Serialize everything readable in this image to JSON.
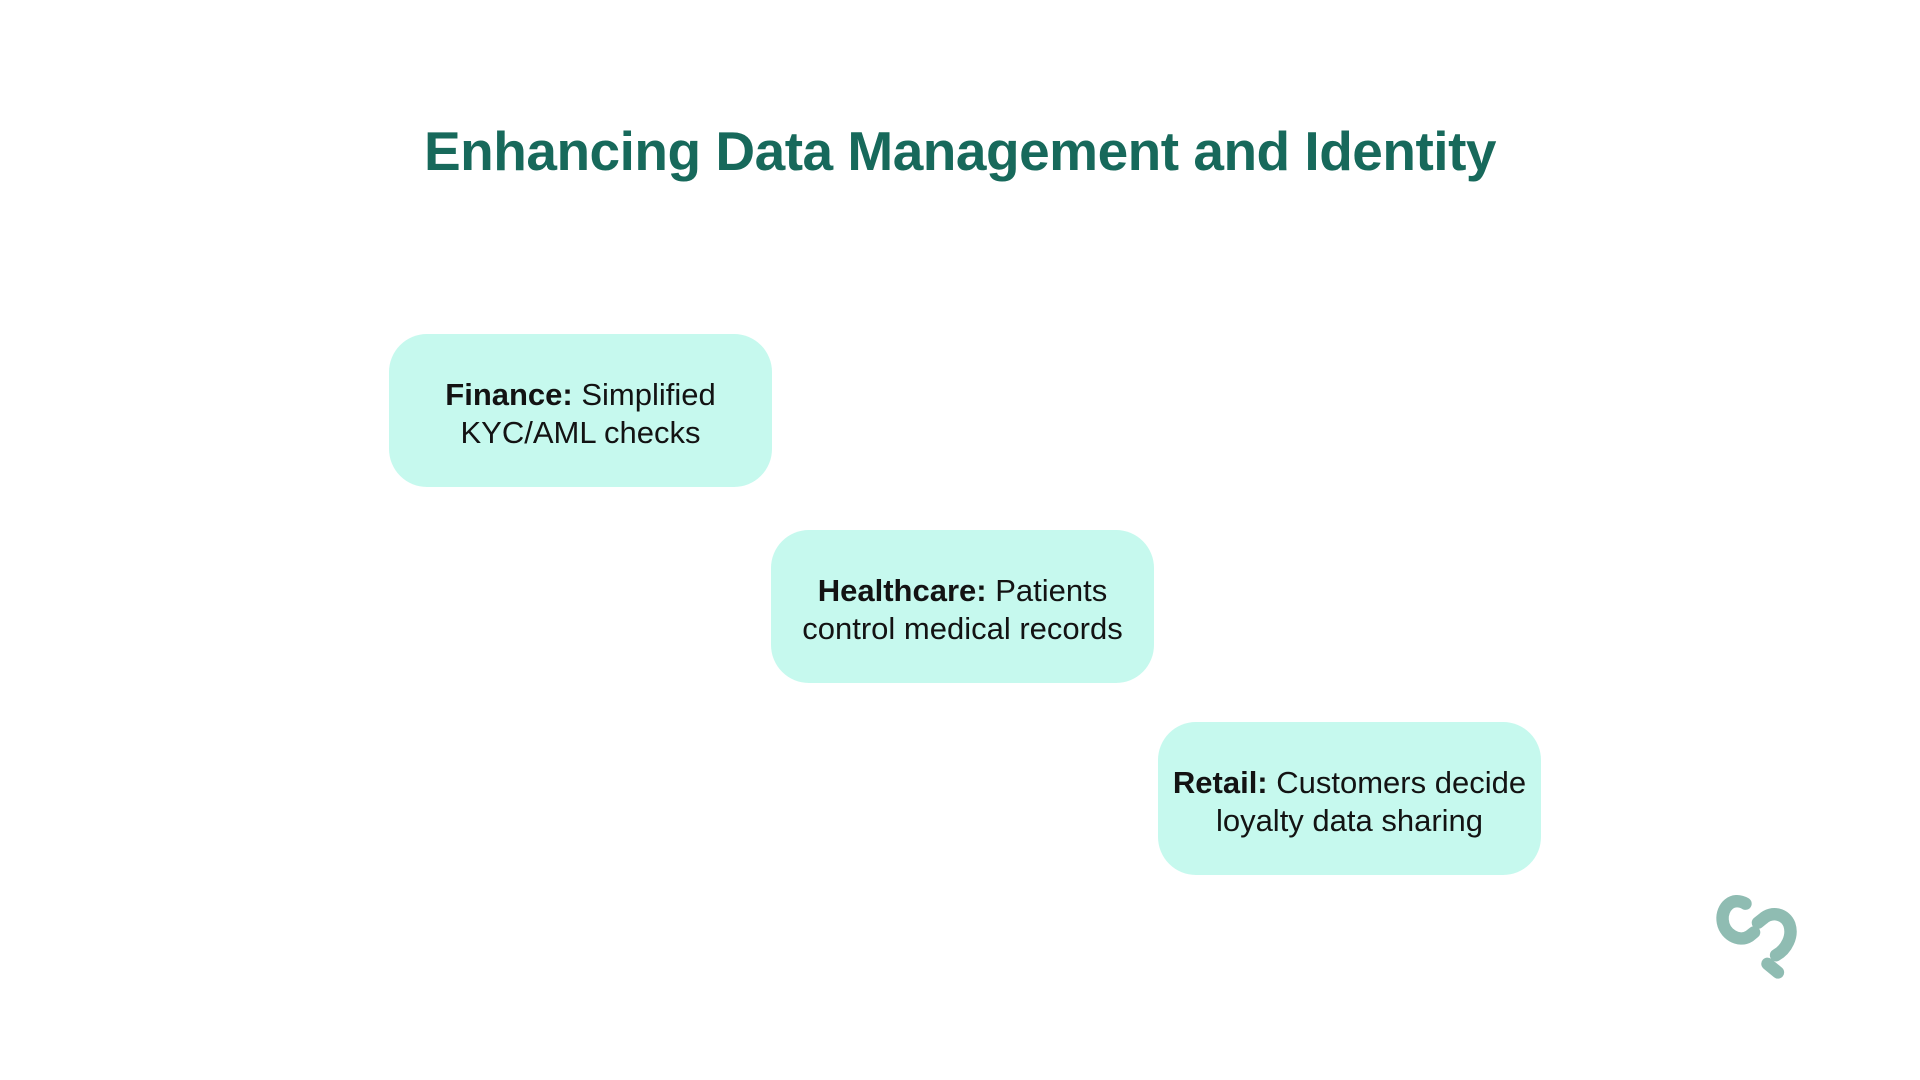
{
  "title": "Enhancing Data Management and Identity",
  "cards": [
    {
      "label": "Finance:",
      "description": " Simplified\nKYC/AML checks"
    },
    {
      "label": "Healthcare:",
      "description": " Patients\ncontrol medical records"
    },
    {
      "label": "Retail:",
      "description": " Customers decide\nloyalty data sharing"
    }
  ],
  "logo": {
    "name": "storydoc-logo"
  },
  "colors": {
    "title_text": "#17695B",
    "card_background": "#C6F9EE",
    "card_text": "#131313",
    "logo": "#8FBCB2",
    "background": "#FFFFFF"
  }
}
